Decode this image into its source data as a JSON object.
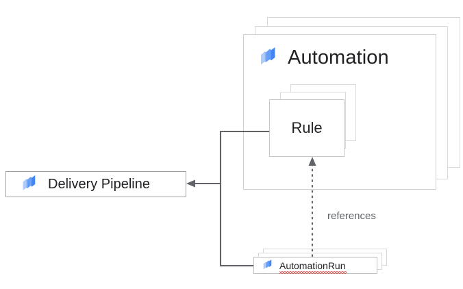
{
  "diagram": {
    "title": "Automation architecture diagram",
    "background_color": "#ffffff",
    "line_color": "#5f6368",
    "card_border_color": "#cfcfcf",
    "text_color": "#202124",
    "muted_text_color": "#5f6368",
    "icon_colors": {
      "light": "#aecbfa",
      "mid": "#669df6",
      "dark": "#4285f4"
    },
    "spellcheck_underline_color": "#e53935"
  },
  "automation_group": {
    "title": "Automation",
    "icon": "google-cloud-deploy-icon",
    "stack_layers": 3
  },
  "rule_group": {
    "label": "Rule",
    "stack_layers": 3
  },
  "delivery_pipeline": {
    "label": "Delivery Pipeline",
    "icon": "google-cloud-deploy-icon"
  },
  "automation_run_group": {
    "label": "AutomationRun",
    "icon": "google-cloud-deploy-icon",
    "stack_layers": 3,
    "spellcheck_flagged": true
  },
  "connectors": [
    {
      "id": "automation-run-to-rule",
      "label": "references",
      "style": "dotted",
      "arrow": "up",
      "from": "AutomationRun",
      "to": "Rule"
    },
    {
      "id": "rule-to-delivery-pipeline",
      "label": "",
      "style": "solid",
      "arrow": "left",
      "from": "Rule",
      "to": "Delivery Pipeline"
    },
    {
      "id": "automation-run-to-delivery-pipeline",
      "label": "",
      "style": "solid",
      "arrow": "left",
      "from": "AutomationRun",
      "to": "Delivery Pipeline"
    }
  ]
}
